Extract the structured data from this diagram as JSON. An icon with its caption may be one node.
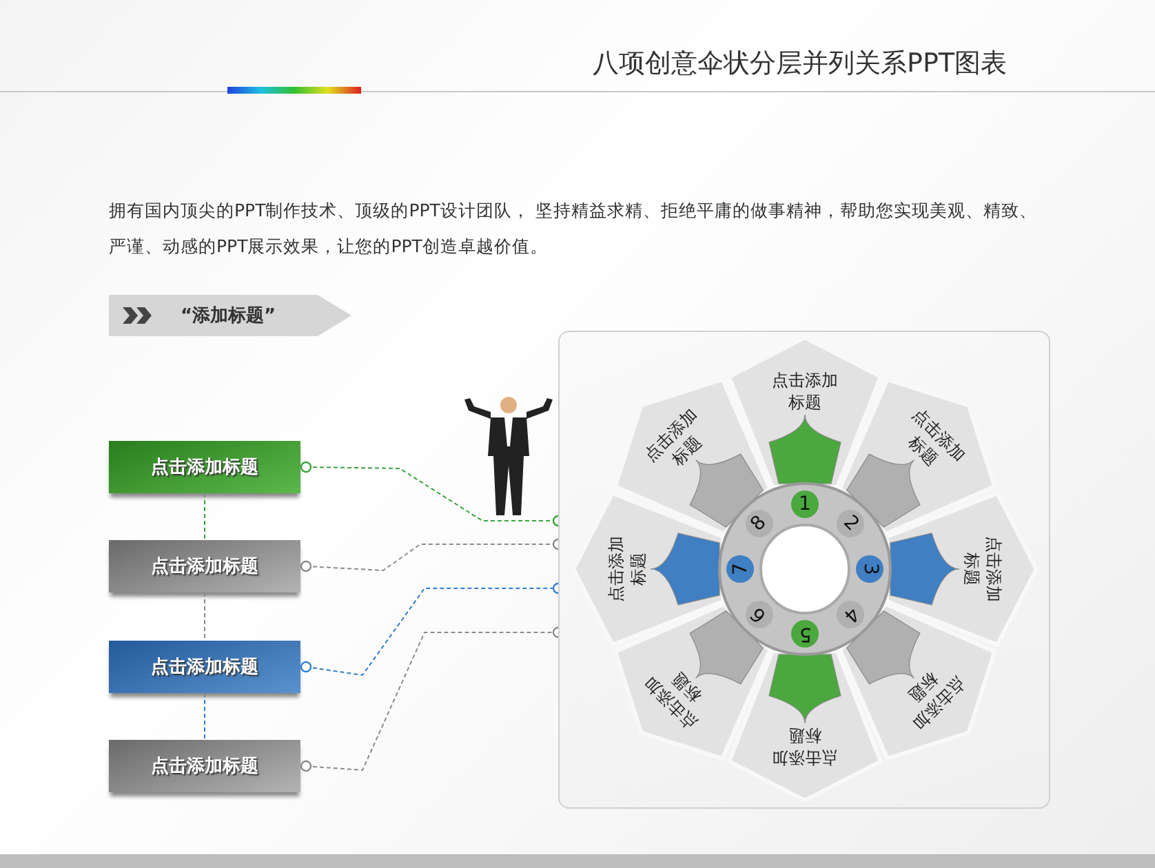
{
  "diagram": {
    "title": "八项创意伞状分层并列关系PPT图表",
    "nodes": [
      {
        "text": [
          "“添加标题”"
        ]
      },
      {
        "text": [
          "点击添加标题"
        ]
      },
      {
        "text": [
          "点击添加标题"
        ]
      },
      {
        "text": [
          "点击添加标题"
        ]
      },
      {
        "text": [
          "点击添加标题"
        ]
      },
      {
        "text": [],
        "shape": "box"
      },
      {
        "text": [
          "点击添加标题"
        ],
        "in": 5
      },
      {
        "text": [
          "点击添加标题"
        ],
        "in": 5
      },
      {
        "text": [
          "点击添加标题"
        ],
        "in": 5
      },
      {
        "text": [
          "点击添加标题"
        ],
        "in": 5
      },
      {
        "text": [
          "点击添加标题"
        ],
        "in": 5
      },
      {
        "text": [
          "点击添加标题"
        ],
        "in": 5
      },
      {
        "text": [
          "点击添加标题"
        ],
        "in": 5
      },
      {
        "text": [
          "点击添加标题"
        ],
        "in": 5
      },
      {
        "text": [
          "1"
        ],
        "in": 5
      },
      {
        "text": [
          "2"
        ],
        "in": 5
      },
      {
        "text": [
          "3"
        ],
        "in": 5
      },
      {
        "text": [
          "4"
        ],
        "in": 5
      },
      {
        "text": [
          "5"
        ],
        "in": 5
      },
      {
        "text": [
          "6"
        ],
        "in": 5
      },
      {
        "text": [
          "7"
        ],
        "in": 5
      },
      {
        "text": [
          "8"
        ],
        "in": 5
      }
    ],
    "edges": [
      {
        "from": 1,
        "to": 2,
        "arrow": "none",
        "style": "dashed",
        "color": "#3aa53a"
      },
      {
        "from": 2,
        "to": 3,
        "arrow": "none",
        "style": "dashed"
      },
      {
        "from": 3,
        "to": 4,
        "arrow": "none",
        "style": "dashed",
        "color": "#2f7fd0"
      },
      {
        "from": 1,
        "to": 5,
        "arrow": "other",
        "style": "dashed",
        "color": "#3aa53a"
      },
      {
        "from": 2,
        "to": 5,
        "arrow": "other",
        "style": "dashed"
      },
      {
        "from": 3,
        "to": 5,
        "arrow": "other",
        "style": "dashed",
        "color": "#2f7fd0"
      },
      {
        "from": 4,
        "to": 5,
        "arrow": "other",
        "style": "dashed"
      }
    ],
    "labels": [
      "拥有国内顶尖的PPT制作技术、顶级的PPT设计团队， 坚持精益求精、拒绝平庸的做事精神，帮助您实现美观、精致、严谨、动感的PPT展示效果，让您的PPT创造卓越价值。"
    ]
  }
}
